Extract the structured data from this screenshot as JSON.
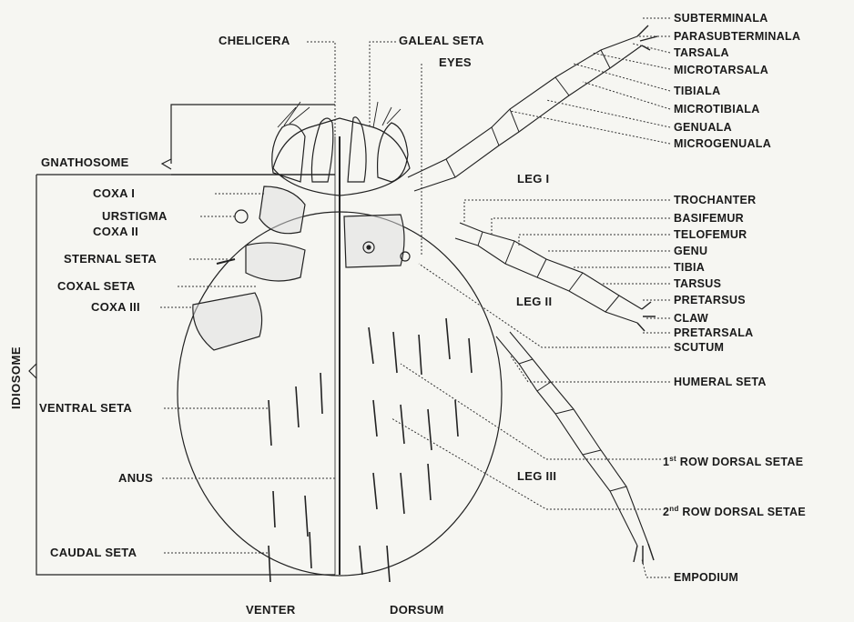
{
  "left_labels": {
    "chelicera": "CHELICERA",
    "gnathosome": "GNATHOSOME",
    "coxa1": "COXA I",
    "urstigma": "URSTIGMA",
    "coxa2": "COXA II",
    "sternal_seta": "STERNAL SETA",
    "coxal_seta": "COXAL SETA",
    "coxa3": "COXA III",
    "idiosome": "IDIOSOME",
    "ventral_seta": "VENTRAL SETA",
    "anus": "ANUS",
    "caudal_seta": "CAUDAL SETA"
  },
  "top_labels": {
    "galeal_seta": "GALEAL SETA",
    "eyes": "EYES"
  },
  "right_labels": {
    "subterminala": "SUBTERMINALA",
    "parasubterminala": "PARASUBTERMINALA",
    "tarsala": "TARSALA",
    "microtarsala": "MICROTARSALA",
    "tibiala": "TIBIALA",
    "microtibiala": "MICROTIBIALA",
    "genuala": "GENUALA",
    "microgenuala": "MICROGENUALA",
    "trochanter": "TROCHANTER",
    "basifemur": "BASIFEMUR",
    "telofemur": "TELOFEMUR",
    "genu": "GENU",
    "tibia": "TIBIA",
    "tarsus": "TARSUS",
    "pretarsus": "PRETARSUS",
    "claw": "CLAW",
    "pretarsala": "PRETARSALA",
    "scutum": "SCUTUM",
    "humeral_seta": "HUMERAL SETA",
    "row1_num": "1",
    "row1_sup": "st",
    "row1_rest": "ROW DORSAL SETAE",
    "row2_num": "2",
    "row2_sup": "nd",
    "row2_rest": "ROW DORSAL SETAE",
    "empodium": "EMPODIUM"
  },
  "leg_labels": {
    "leg1": "LEG I",
    "leg2": "LEG II",
    "leg3": "LEG III"
  },
  "bottom_labels": {
    "venter": "VENTER",
    "dorsum": "DORSUM"
  }
}
